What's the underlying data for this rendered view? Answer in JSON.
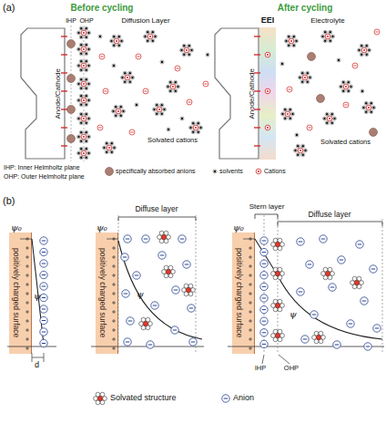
{
  "diagram": {
    "nodes": [
      {
        "text": [
          "Anode/Cathode"
        ]
      },
      {
        "text": [
          "Anode/Cathode"
        ]
      },
      {
        "text": [
          "EEI"
        ]
      },
      {
        "text": [
          "positively charged surface"
        ]
      },
      {
        "text": [
          "positively charged surface"
        ]
      },
      {
        "text": [
          "positively charged surface"
        ]
      }
    ],
    "labels": [
      "(a)",
      "Before cycling",
      "After cycling",
      "IHP",
      "OHP",
      "Diffusion Layer",
      "Electrolyte",
      "Solvated cations",
      "Solvated cations",
      "IHP: Inner Helmholtz plane",
      "OHP: Outer Helmholtz plane",
      "(b)",
      "ψ₀",
      "ψ",
      "d",
      "ψ₀",
      "Diffuse layer",
      "ψ",
      "ψ₀",
      "Stern layer",
      "Diffuse layer",
      "ψ",
      "IHP",
      "OHP"
    ],
    "legend": [
      {
        "text": "specifically absorbed anions"
      },
      {
        "text": "solvents"
      },
      {
        "text": "Cations"
      },
      {
        "text": "Solvated structure"
      },
      {
        "text": "Anion"
      }
    ]
  }
}
